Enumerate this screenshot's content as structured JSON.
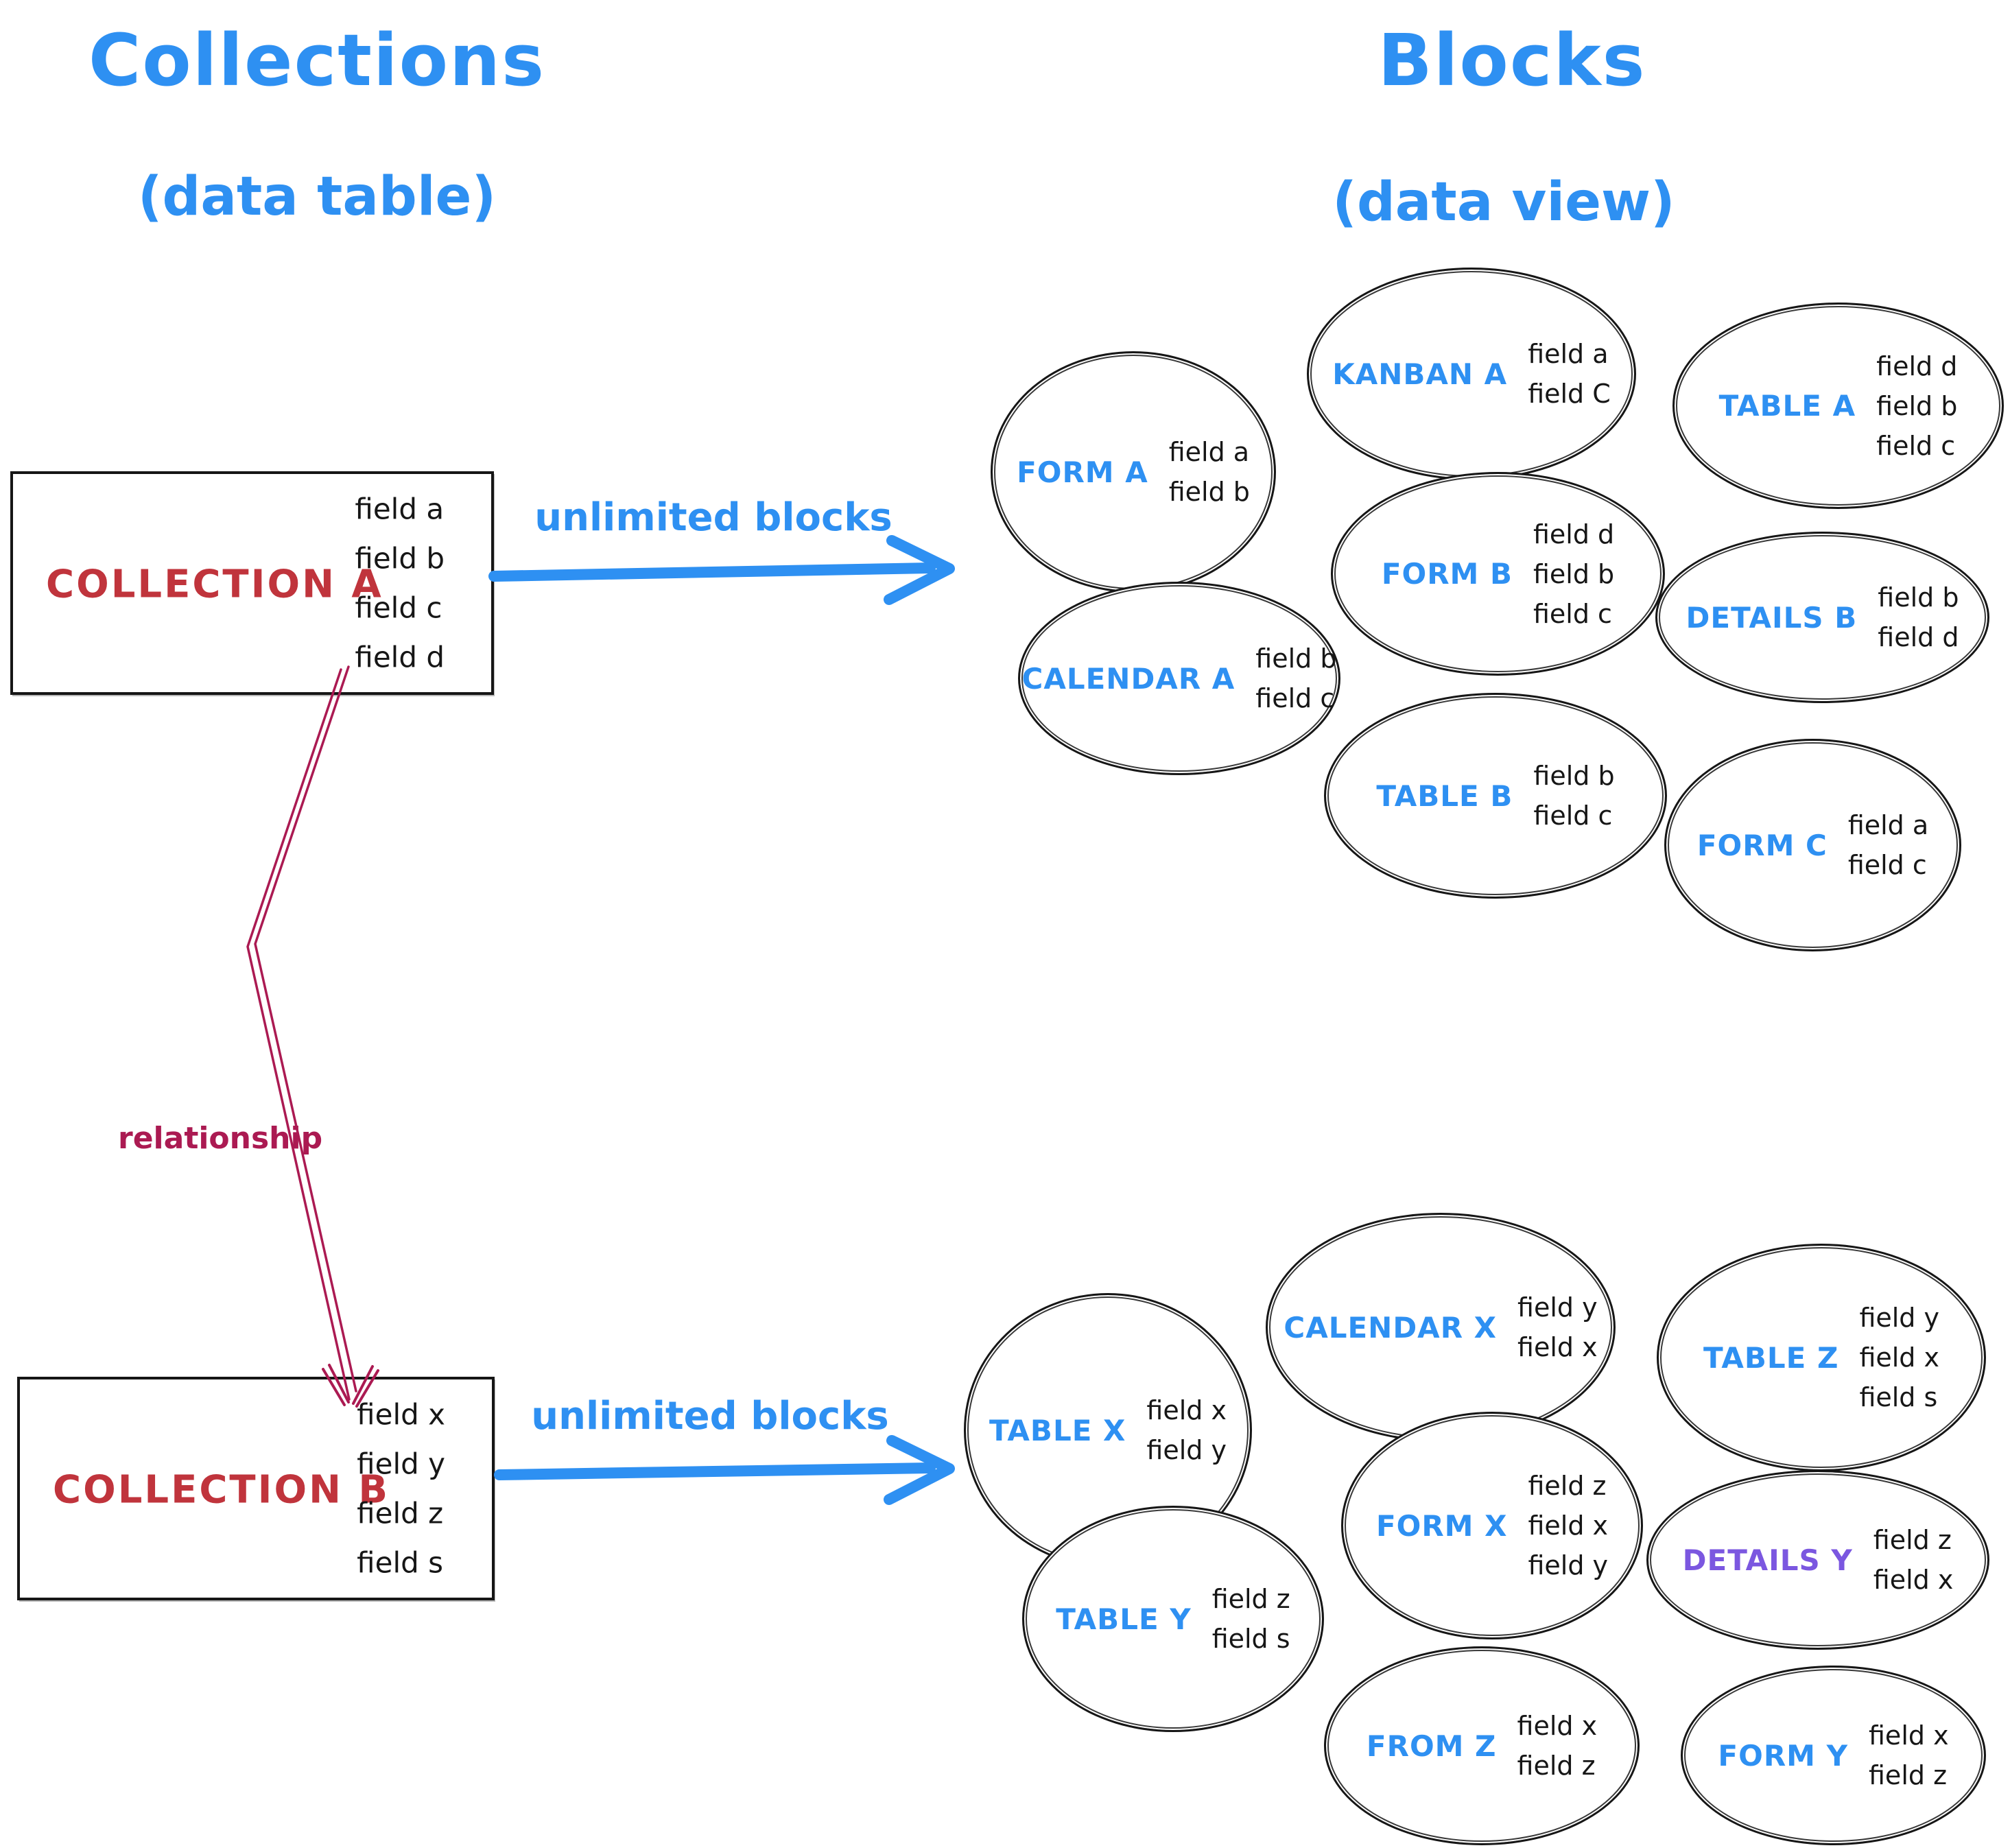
{
  "palette": {
    "blue": "#2e90f2",
    "red": "#c0343c",
    "crimson": "#ab1a52",
    "purple": "#7b57e0",
    "ink": "#161616"
  },
  "headings": {
    "collections_title": "Collections",
    "collections_subtitle": "(data table)",
    "blocks_title": "Blocks",
    "blocks_subtitle": "(data view)"
  },
  "labels": {
    "unlimited_blocks_top": "unlimited blocks",
    "unlimited_blocks_bottom": "unlimited blocks",
    "relationship": "relationship"
  },
  "collections": [
    {
      "id": "collection-a",
      "title": "COLLECTION A",
      "fields": [
        "field a",
        "field b",
        "field c",
        "field d"
      ]
    },
    {
      "id": "collection-b",
      "title": "COLLECTION B",
      "fields": [
        "field x",
        "field y",
        "field z",
        "field s"
      ]
    }
  ],
  "blocks": {
    "upper": [
      {
        "id": "form-a",
        "label": "FORM A",
        "fields": [
          "field a",
          "field b"
        ]
      },
      {
        "id": "kanban-a",
        "label": "KANBAN A",
        "fields": [
          "field a",
          "field C"
        ]
      },
      {
        "id": "table-a",
        "label": "TABLE A",
        "fields": [
          "field d",
          "field b",
          "field c"
        ]
      },
      {
        "id": "calendar-a",
        "label": "CALENDAR A",
        "fields": [
          "field b",
          "field c"
        ]
      },
      {
        "id": "form-b",
        "label": "FORM B",
        "fields": [
          "field d",
          "field b",
          "field c"
        ]
      },
      {
        "id": "details-b",
        "label": "DETAILS B",
        "fields": [
          "field b",
          "field d"
        ]
      },
      {
        "id": "table-b",
        "label": "TABLE B",
        "fields": [
          "field b",
          "field c"
        ]
      },
      {
        "id": "form-c",
        "label": "FORM C",
        "fields": [
          "field a",
          "field c"
        ]
      }
    ],
    "lower": [
      {
        "id": "table-x",
        "label": "TABLE X",
        "fields": [
          "field x",
          "field y"
        ]
      },
      {
        "id": "calendar-x",
        "label": "CALENDAR X",
        "fields": [
          "field y",
          "field x"
        ]
      },
      {
        "id": "table-z",
        "label": "TABLE Z",
        "fields": [
          "field y",
          "field x",
          "field s"
        ]
      },
      {
        "id": "table-y",
        "label": "TABLE Y",
        "fields": [
          "field z",
          "field s"
        ]
      },
      {
        "id": "form-x",
        "label": "FORM X",
        "fields": [
          "field z",
          "field x",
          "field y"
        ]
      },
      {
        "id": "details-y",
        "label": "DETAILS Y",
        "fields": [
          "field z",
          "field x"
        ],
        "label_color": "#7b57e0"
      },
      {
        "id": "from-z",
        "label": "FROM Z",
        "fields": [
          "field x",
          "field z"
        ]
      },
      {
        "id": "form-y",
        "label": "FORM Y",
        "fields": [
          "field x",
          "field z"
        ]
      }
    ]
  }
}
